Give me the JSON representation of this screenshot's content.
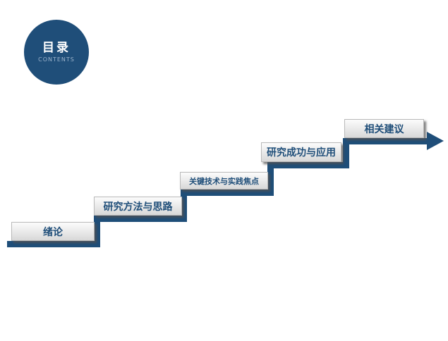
{
  "badge": {
    "title": "目录",
    "subtitle": "CONTENTS"
  },
  "steps": [
    {
      "label": "绪论"
    },
    {
      "label": "研究方法与思路"
    },
    {
      "label": "关键技术与实践焦点"
    },
    {
      "label": "研究成功与应用"
    },
    {
      "label": "相关建议"
    }
  ],
  "colors": {
    "navy": "#1f4e79",
    "box_face": "#e6e6e6",
    "box_text": "#1f4e79",
    "badge_subtitle": "#9db4cc"
  }
}
